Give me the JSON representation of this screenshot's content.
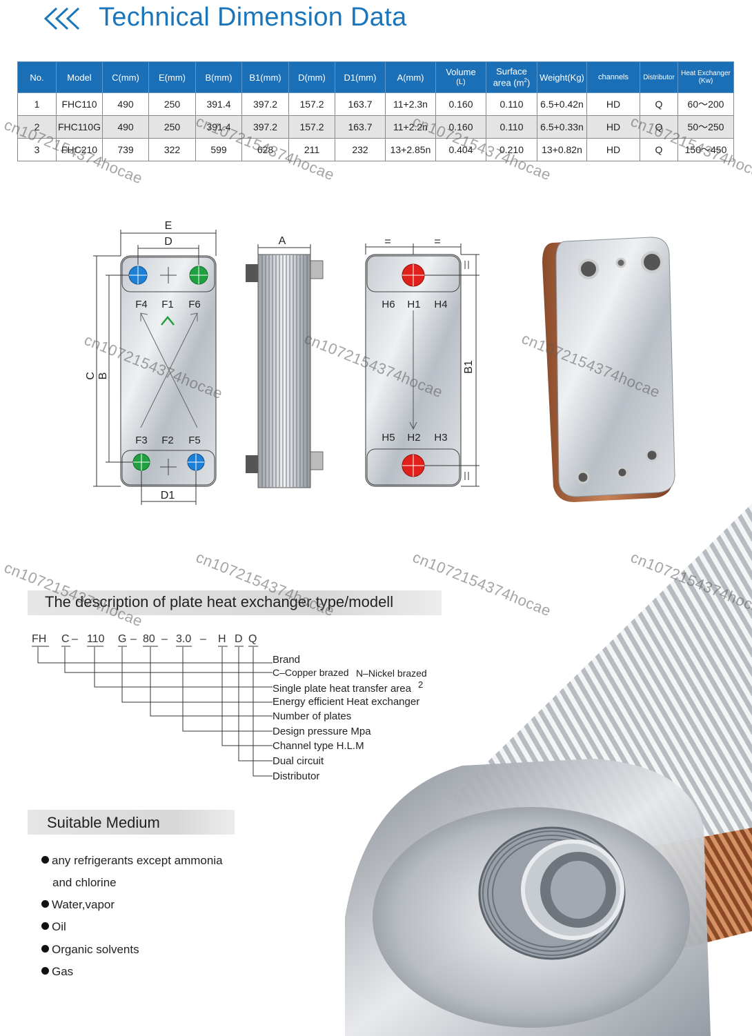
{
  "header": {
    "title": "Technical Dimension Data"
  },
  "table": {
    "columns": [
      "No.",
      "Model",
      "C(mm)",
      "E(mm)",
      "B(mm)",
      "B1(mm)",
      "D(mm)",
      "D1(mm)",
      "A(mm)",
      "Volume",
      "(L)",
      "Surface",
      "area (m",
      "2",
      ")",
      "Weight(Kg)",
      "channels",
      "Distributor",
      "Heat Exchanger",
      "(Kw)"
    ],
    "rows": [
      [
        "1",
        "FHC110",
        "490",
        "250",
        "391.4",
        "397.2",
        "157.2",
        "163.7",
        "11+2.3n",
        "0.160",
        "0.110",
        "6.5+0.42n",
        "HD",
        "Q",
        "60～200"
      ],
      [
        "2",
        "FHC110G",
        "490",
        "250",
        "391.4",
        "397.2",
        "157.2",
        "163.7",
        "11+2.2n",
        "0.160",
        "0.110",
        "6.5+0.33n",
        "HD",
        "Q",
        "50～250"
      ],
      [
        "3",
        "FHC210",
        "739",
        "322",
        "599",
        "628",
        "211",
        "232",
        "13+2.85n",
        "0.404",
        "0.210",
        "13+0.82n",
        "HD",
        "Q",
        "150～450"
      ]
    ]
  },
  "watermark": "cn1072154374hocae",
  "diagram": {
    "front_labels": {
      "E": "E",
      "D": "D",
      "C": "C",
      "B": "B",
      "D1": "D1",
      "F4": "F4",
      "F1": "F1",
      "F6": "F6",
      "F3": "F3",
      "F2": "F2",
      "F5": "F5"
    },
    "side_labels": {
      "A": "A"
    },
    "back_labels": {
      "eq": "=",
      "H6": "H6",
      "H1": "H1",
      "H4": "H4",
      "H5": "H5",
      "H2": "H2",
      "H3": "H3",
      "B1": "B1"
    },
    "colors": {
      "blue": "#1e7fd6",
      "green": "#20a040",
      "red": "#e0201a",
      "accent": "#1b75bb"
    }
  },
  "model_desc": {
    "title": "The description of plate heat exchanger type/modell",
    "code": [
      "FH",
      "C",
      "–",
      "110",
      "G",
      "–",
      "80",
      "–",
      "3.0",
      "–",
      "H",
      "D",
      "Q"
    ],
    "lines": [
      "Brand",
      "C–Copper brazed",
      "N–Nickel brazed",
      "Single plate heat transfer area",
      "2",
      "Energy efficient Heat exchanger",
      "Number of plates",
      "Design pressure Mpa",
      "Channel type H.L.M",
      "Dual circuit",
      "Distributor"
    ]
  },
  "medium": {
    "title": "Suitable Medium",
    "items": [
      "any refrigerants except ammonia",
      "and chlorine",
      "Water,vapor",
      "Oil",
      "Organic solvents",
      "Gas"
    ]
  }
}
